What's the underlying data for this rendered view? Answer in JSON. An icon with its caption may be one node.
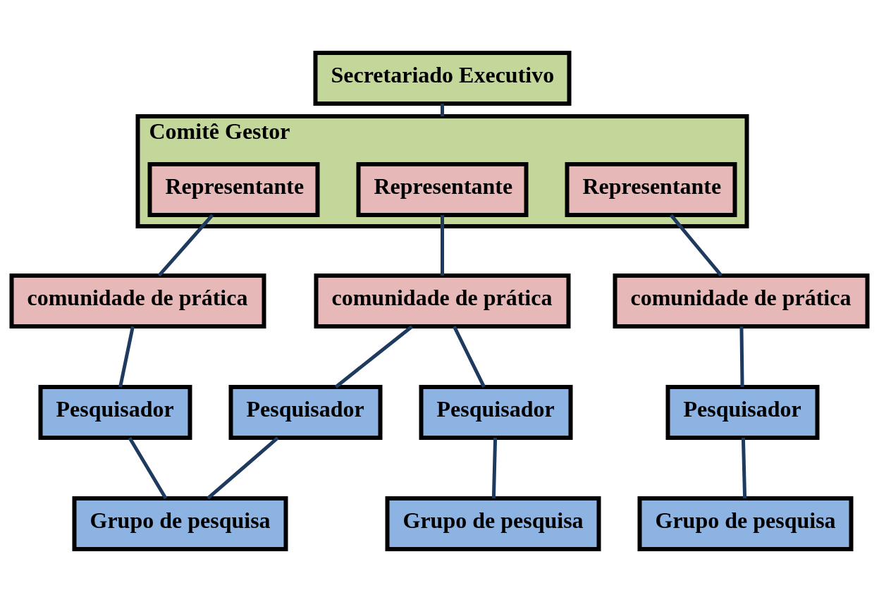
{
  "diagram": {
    "nodes": [
      {
        "text": [
          "Secretariado Executivo"
        ]
      },
      {
        "text": [
          "Comitê Gestor"
        ]
      },
      {
        "text": [
          "Representante"
        ],
        "in": 1
      },
      {
        "text": [
          "Representante"
        ],
        "in": 1
      },
      {
        "text": [
          "Representante"
        ],
        "in": 1
      },
      {
        "text": [
          "comunidade de prática"
        ]
      },
      {
        "text": [
          "comunidade de prática"
        ]
      },
      {
        "text": [
          "comunidade de prática"
        ]
      },
      {
        "text": [
          "Pesquisador"
        ]
      },
      {
        "text": [
          "Pesquisador"
        ]
      },
      {
        "text": [
          "Pesquisador"
        ]
      },
      {
        "text": [
          "Pesquisador"
        ]
      },
      {
        "text": [
          "Grupo de pesquisa"
        ]
      },
      {
        "text": [
          "Grupo de pesquisa"
        ]
      },
      {
        "text": [
          "Grupo de pesquisa"
        ]
      }
    ],
    "edges": [
      {
        "from": 0,
        "to": 1,
        "arrow": "none"
      },
      {
        "from": 2,
        "to": 5,
        "arrow": "none"
      },
      {
        "from": 3,
        "to": 6,
        "arrow": "none"
      },
      {
        "from": 4,
        "to": 7,
        "arrow": "none"
      },
      {
        "from": 5,
        "to": 8,
        "arrow": "none"
      },
      {
        "from": 6,
        "to": 9,
        "arrow": "none"
      },
      {
        "from": 6,
        "to": 10,
        "arrow": "none"
      },
      {
        "from": 7,
        "to": 11,
        "arrow": "none"
      },
      {
        "from": 8,
        "to": 12,
        "arrow": "none"
      },
      {
        "from": 9,
        "to": 12,
        "arrow": "none"
      },
      {
        "from": 10,
        "to": 13,
        "arrow": "none"
      },
      {
        "from": 11,
        "to": 14,
        "arrow": "none"
      }
    ]
  }
}
